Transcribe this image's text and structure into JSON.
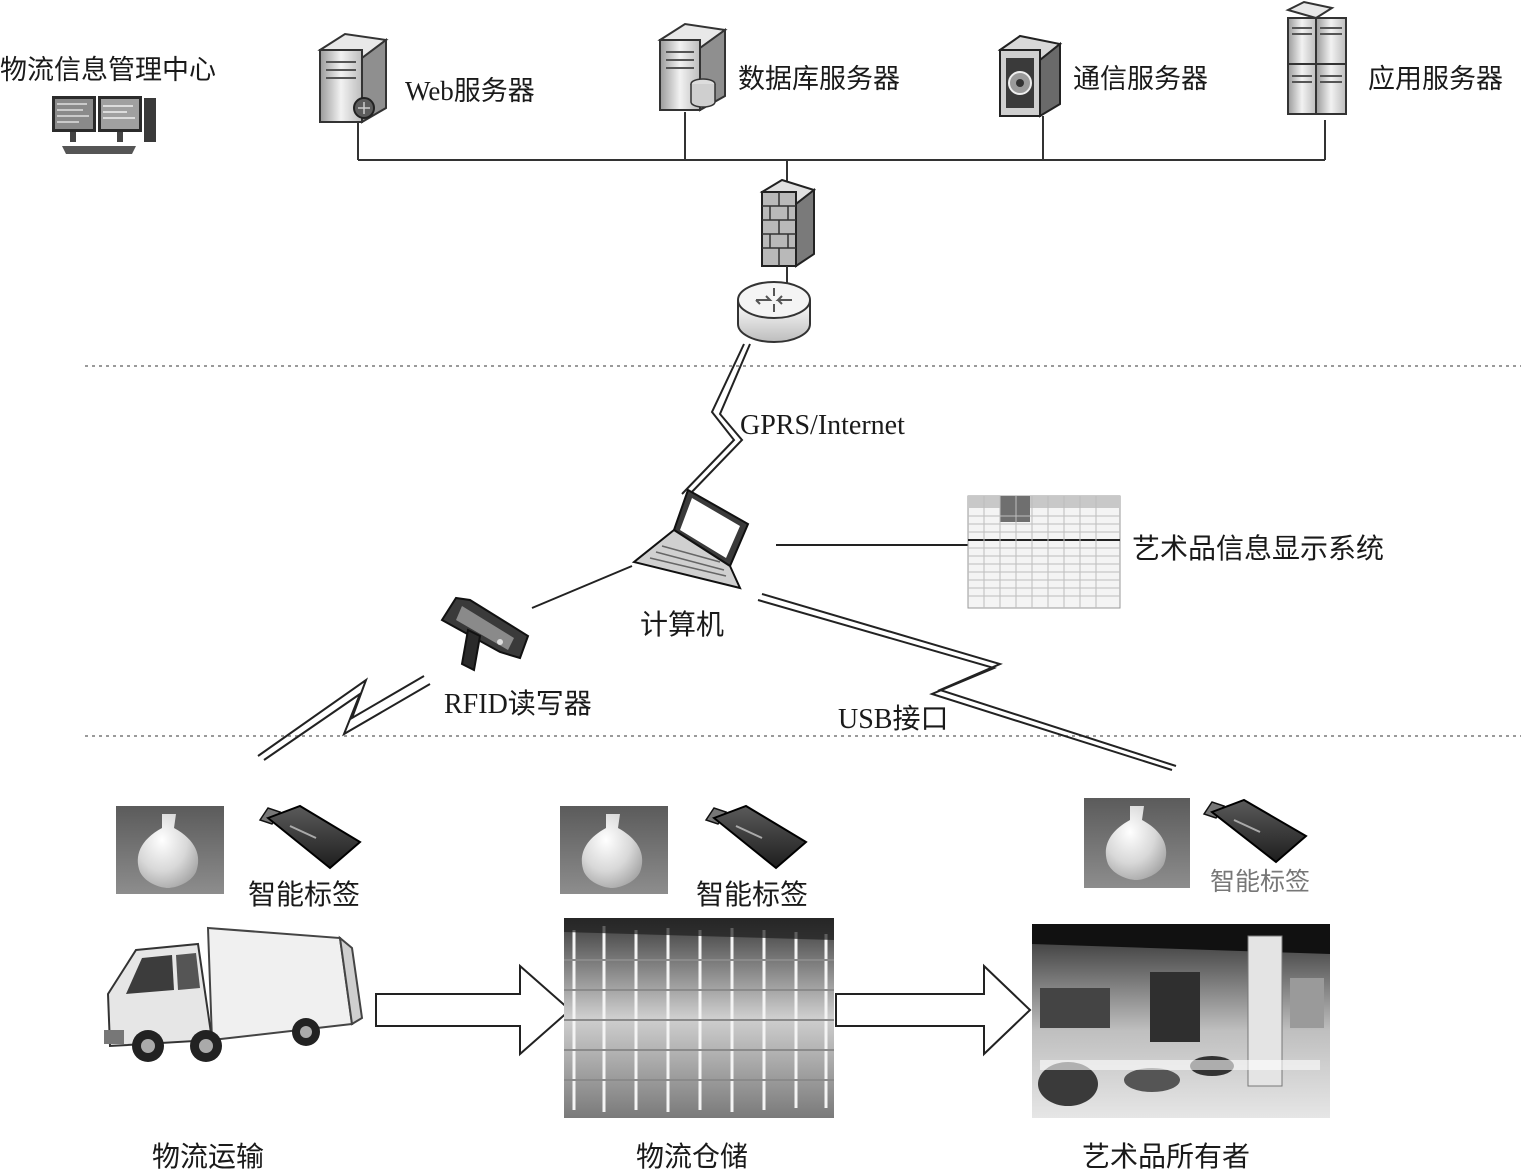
{
  "labels": {
    "info_center": "物流信息管理中心",
    "web_server": "Web服务器",
    "db_server": "数据库服务器",
    "comm_server": "通信服务器",
    "app_server": "应用服务器",
    "gprs": "GPRS/Internet",
    "computer": "计算机",
    "display_system": "艺术品信息显示系统",
    "rfid_reader": "RFID读写器",
    "usb": "USB接口",
    "smart_tag_1": "智能标签",
    "smart_tag_2": "智能标签",
    "smart_tag_3": "智能标签",
    "transport": "物流运输",
    "storage": "物流仓储",
    "owner": "艺术品所有者"
  }
}
